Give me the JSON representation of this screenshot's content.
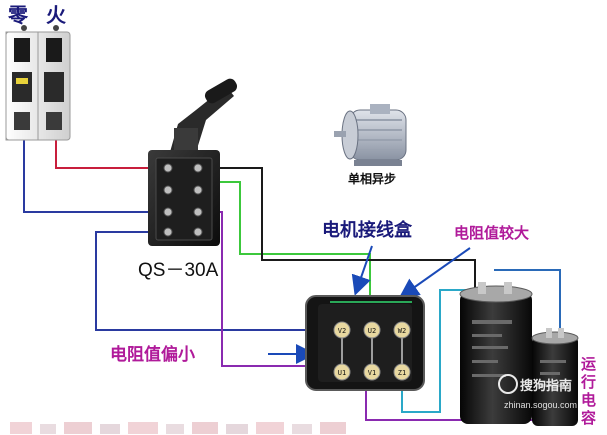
{
  "labels": {
    "neutral": "零",
    "live": "火",
    "switch_model": "QS－30A",
    "motor_type": "单相异步",
    "junction_box": "电机接线盒",
    "high_resistance": "电阻值较大",
    "low_resistance": "电阻值偏小",
    "run_capacitor": "运行电容",
    "watermark_site": "zhinan.sogou.com",
    "watermark_brand": "搜狗指南"
  },
  "terminals": {
    "top_left": "V2",
    "top_mid": "U2",
    "top_right": "W2",
    "bot_left": "U1",
    "bot_mid": "V1",
    "bot_right": "Z1"
  },
  "colors": {
    "neutral_wire": "#2a3aa0",
    "live_wire": "#c81e3c",
    "green_wire": "#3cc83c",
    "purple_wire": "#8a2ab0",
    "cyan_wire": "#2aa8c8",
    "label_blue": "#1a1a7a",
    "label_magenta": "#b01a9a",
    "arrow_blue": "#1a4ab8"
  }
}
